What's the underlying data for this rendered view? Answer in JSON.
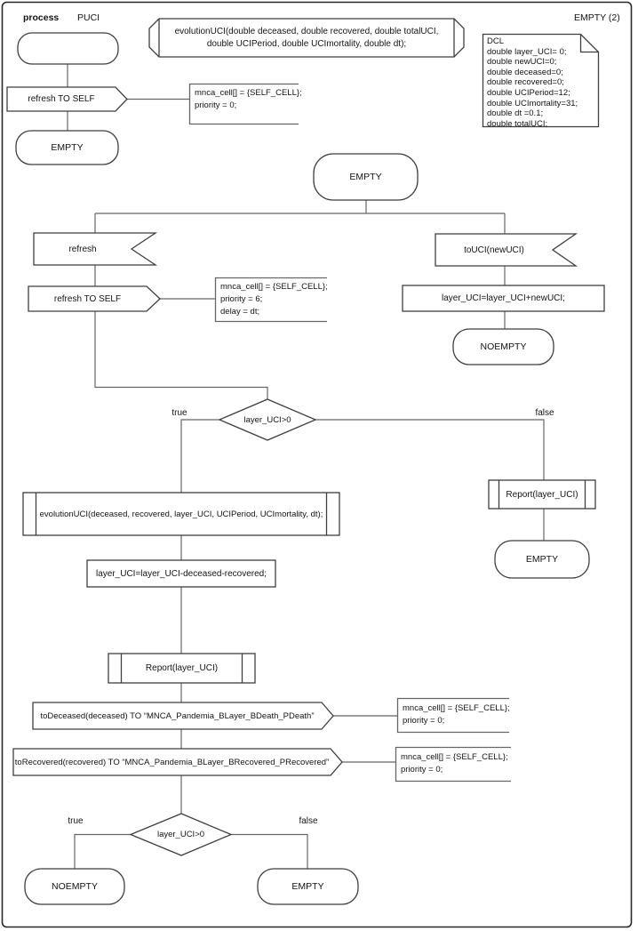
{
  "header": {
    "keyword": "process",
    "process_name": "PUCI",
    "page_label": "EMPTY (2)"
  },
  "declaration": {
    "line1": "evolutionUCI(double deceased, double recovered, double totalUCI,",
    "line2": "double UCIPeriod, double UCImortality, double dt);"
  },
  "dcl_note": {
    "lines": [
      "DCL",
      "double layer_UCI= 0;",
      "double newUCI=0;",
      "double deceased=0;",
      "double recovered=0;",
      "double UCIPeriod=12;",
      "double UCImortality=31;",
      "double dt =0.1;",
      "double totalUCI;"
    ]
  },
  "start_flow": {
    "output_refresh": "refresh TO SELF",
    "comment": {
      "lines": [
        "mnca_cell[] = {SELF_CELL};",
        "priority = 0;"
      ]
    },
    "state_empty": "EMPTY"
  },
  "main": {
    "state_empty": "EMPTY",
    "input_refresh": "refresh",
    "output_refresh": "refresh TO SELF",
    "refresh_comment": {
      "lines": [
        "mnca_cell[] = {SELF_CELL};",
        "priority = 6;",
        "delay = dt;"
      ]
    },
    "input_touci": "toUCI(newUCI)",
    "task_add": "layer_UCI=layer_UCI+newUCI;",
    "state_noempty": "NOEMPTY",
    "decision1": {
      "condition": "layer_UCI>0",
      "true_label": "true",
      "false_label": "false"
    },
    "proc_evolution": "evolutionUCI(deceased, recovered, layer_UCI, UCIPeriod, UCImortality, dt);",
    "task_sub": "layer_UCI=layer_UCI-deceased-recovered;",
    "proc_report": "Report(layer_UCI)",
    "output_todeceased": "toDeceased(deceased) TO “MNCA_Pandemia_BLayer_BDeath_PDeath”",
    "todeceased_comment": {
      "lines": [
        "mnca_cell[] = {SELF_CELL};",
        "priority = 0;"
      ]
    },
    "output_torecovered": "toRecovered(recovered) TO “MNCA_Pandemia_BLayer_BRecovered_PRecovered”",
    "torecovered_comment": {
      "lines": [
        "mnca_cell[] = {SELF_CELL};",
        "priority = 0;"
      ]
    },
    "decision2": {
      "condition": "layer_UCI>0",
      "true_label": "true",
      "false_label": "false"
    },
    "state_noempty2": "NOEMPTY",
    "state_empty2": "EMPTY"
  },
  "false_branch": {
    "proc_report": "Report(layer_UCI)",
    "state_empty": "EMPTY"
  },
  "colors": {
    "shape_stroke": "#3f3f3f",
    "connector_stroke": "#666666",
    "background": "#ffffff"
  }
}
